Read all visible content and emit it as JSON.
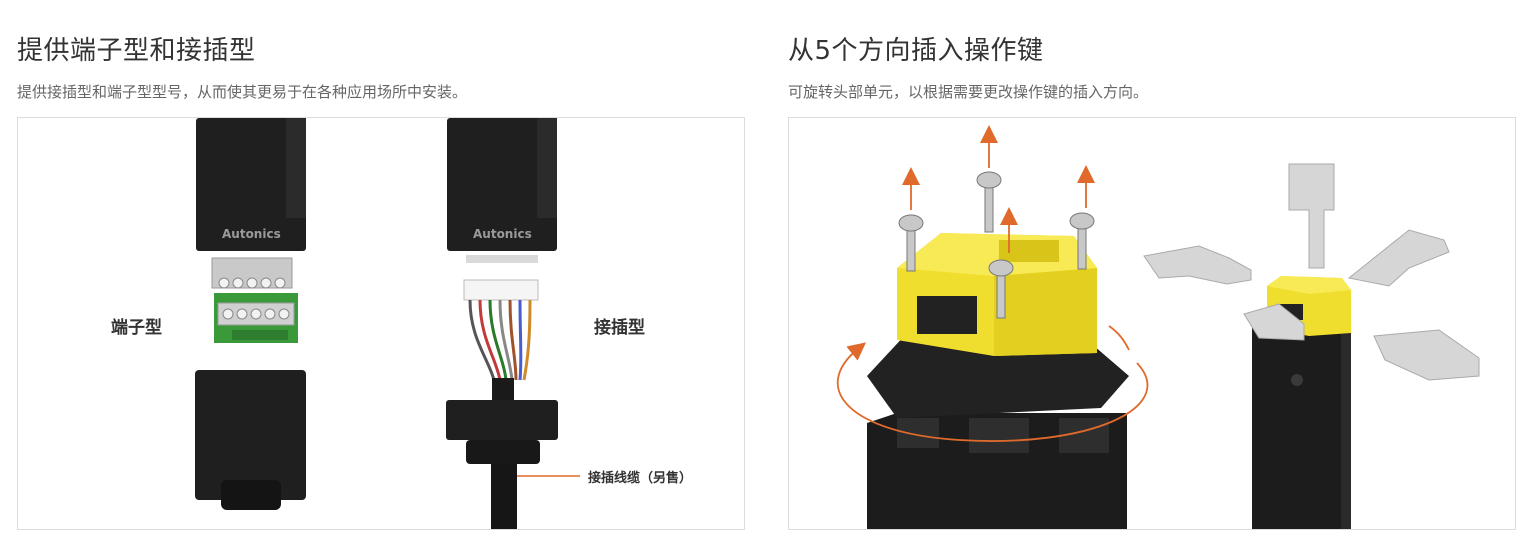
{
  "left": {
    "title": "提供端子型和接插型",
    "subtitle": "提供接插型和端子型型号，从而使其更易于在各种应用场所中安装。",
    "brand_text": "Autonics",
    "label_terminal": "端子型",
    "label_connector": "接插型",
    "label_cable": "接插线缆（另售）"
  },
  "right": {
    "title": "从5个方向插入操作键",
    "subtitle": "可旋转头部单元，以根据需要更改操作键的插入方向。"
  },
  "colors": {
    "accent_arrow": "#e06a2c",
    "housing": "#1e1e1e",
    "head_yellow": "#f3e23a",
    "pcb_green": "#3a9a3a"
  }
}
